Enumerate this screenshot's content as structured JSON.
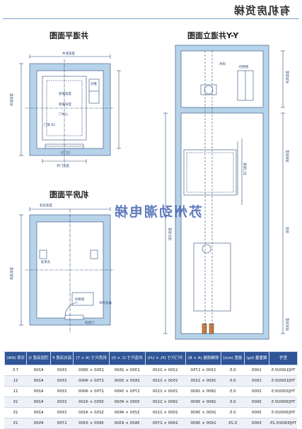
{
  "title": "有机房货梯",
  "panels": {
    "hoistway_plan": "井道平面图",
    "elevation": "Y-Y井道立面图",
    "machine_room": "机房平面图"
  },
  "watermark": "苏州劲潮电梯",
  "labels": {
    "hoistway_width": "井道宽度",
    "hoistway_depth": "井道深度",
    "car_width": "轿厢宽度",
    "car_depth": "轿厢深度",
    "door_width": "开门宽度",
    "door_size": "门宽 B1",
    "door_center": "门中心",
    "hall_door": "厅门口",
    "counterweight": "对重",
    "machine_room_width": "机房宽度",
    "machine_room_depth": "机房深度",
    "controller": "控制柜",
    "hook": "吊钩",
    "hoist_hole": "起吊孔",
    "access_door": "机房门",
    "overhead": "顶层高度",
    "pit_depth": "底坑深度",
    "travel_height": "提升高度",
    "machine_height": "机房高度",
    "floor_height": "层高",
    "door_height": "开门高度",
    "hook_load": "吊钩负载"
  },
  "table": {
    "headers": [
      "型号",
      "载重量 (kg)",
      "速度 (m/s)",
      "轿厢规格 (A × B)",
      "开门尺寸 (PL × LH)",
      "井道尺寸 (C × D)",
      "机房尺寸 (R × T)",
      "底坑深度 P",
      "顶层高度 Q",
      "功率 (KW)"
    ],
    "rows": [
      [
        "THJ1000/0.5",
        "1000",
        "0.5",
        "1300 × 1750",
        "1200 × 2100",
        "2350 × 2600",
        "2350 × 3800",
        "1500",
        "4200",
        "7.5"
      ],
      [
        "THJ1500/0.5",
        "1500",
        "0.5",
        "1600 × 2200",
        "1500 × 2100",
        "2650 × 3000",
        "2750 × 4000",
        "1500",
        "4200",
        "11"
      ],
      [
        "THJ2000/0.5",
        "2000",
        "0.5",
        "1800 × 2600",
        "1500 × 2100",
        "2750 × 3450",
        "2750 × 4000",
        "1500",
        "4200",
        "11"
      ],
      [
        "THJ3000/0.5",
        "3000",
        "0.5",
        "1800 × 3600",
        "1800 × 2100",
        "3050 × 4500",
        "3050 × 4100",
        "1500",
        "4200",
        "15"
      ],
      [
        "THJ3000/0.5",
        "3000",
        "0.5",
        "2000 × 3600",
        "2000 × 2100",
        "3250 × 4600",
        "3250 × 4200",
        "1500",
        "4200",
        "15"
      ],
      [
        "THJ5000/0.25",
        "5000",
        "0.25",
        "2400 × 3600",
        "2400 × 2700",
        "3600 × 4300",
        "3600 × 4300",
        "1700",
        "4500",
        "15"
      ]
    ]
  },
  "colors": {
    "wall_fill": "#b6d3ea",
    "line": "#2e4a78",
    "header_bg": "#2f5597",
    "accent": "#2b4fa8"
  }
}
